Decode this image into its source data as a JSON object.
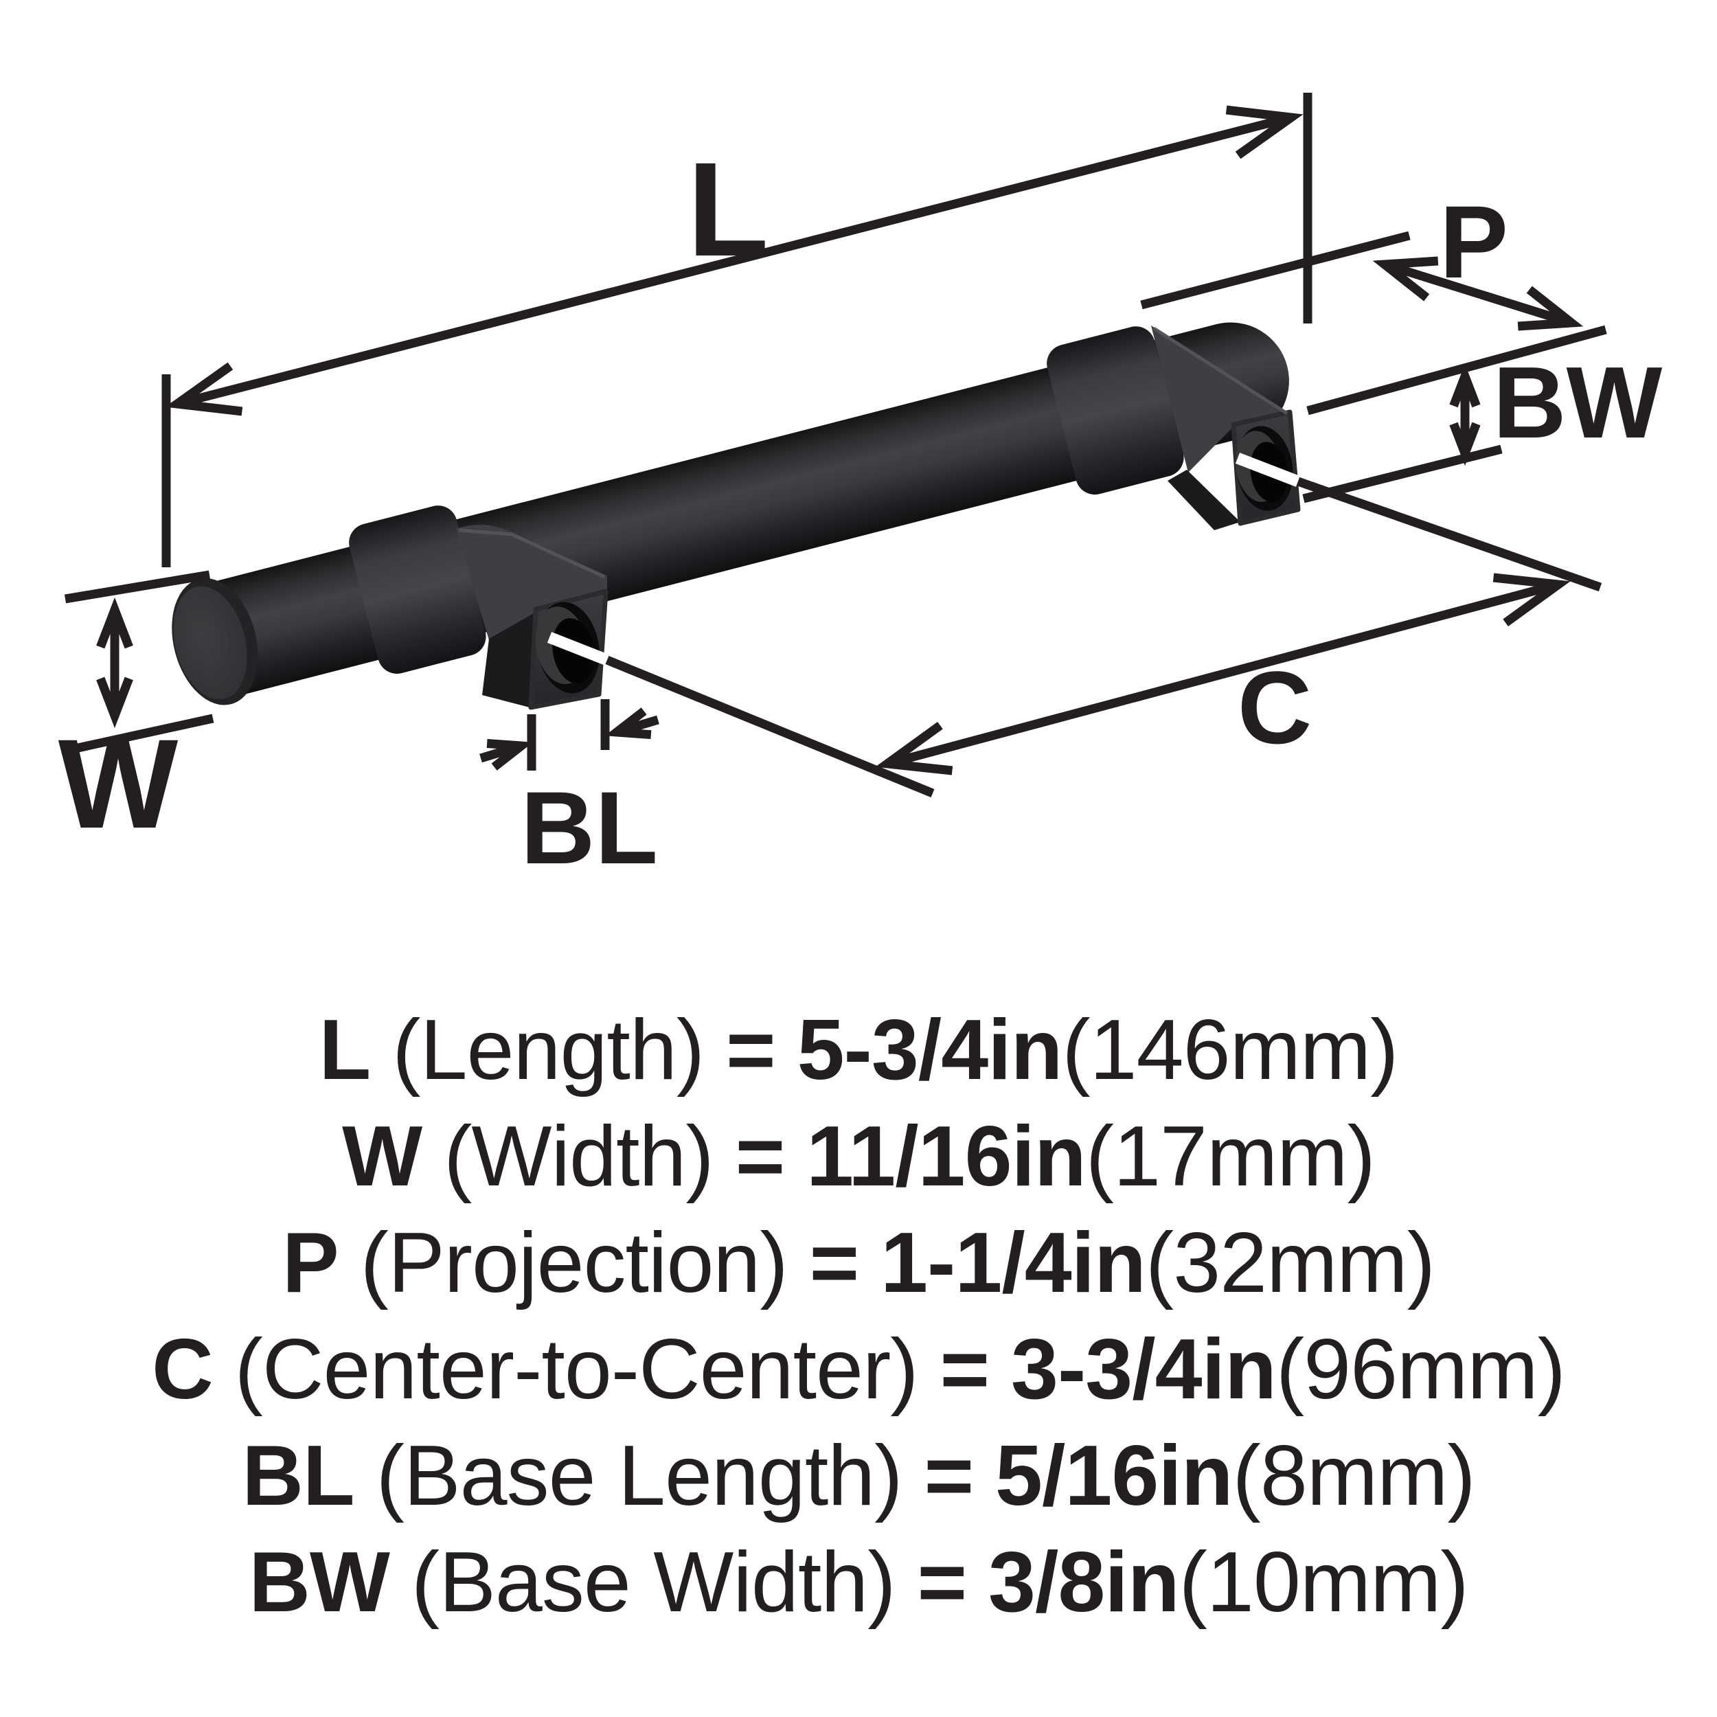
{
  "diagram": {
    "dimension_labels": {
      "L": "L",
      "W": "W",
      "P": "P",
      "C": "C",
      "BL": "BL",
      "BW": "BW"
    }
  },
  "specs": [
    {
      "key": "L",
      "name": "(Length)",
      "eq": "=",
      "value": "5-3/4in",
      "metric": "(146mm)"
    },
    {
      "key": "W",
      "name": "(Width)",
      "eq": "=",
      "value": "11/16in",
      "metric": "(17mm)"
    },
    {
      "key": "P",
      "name": "(Projection)",
      "eq": "=",
      "value": "1-1/4in",
      "metric": "(32mm)"
    },
    {
      "key": "C",
      "name": "(Center-to-Center)",
      "eq": "=",
      "value": "3-3/4in",
      "metric": "(96mm)"
    },
    {
      "key": "BL",
      "name": "(Base Length)",
      "eq": "=",
      "value": "5/16in",
      "metric": "(8mm)"
    },
    {
      "key": "BW",
      "name": "(Base Width)",
      "eq": "=",
      "value": "3/8in",
      "metric": "(10mm)"
    }
  ],
  "colors": {
    "ink": "#231f20",
    "background": "#ffffff",
    "handle_dark": "#131315",
    "handle_mid": "#39393c",
    "handle_light": "#434347"
  }
}
